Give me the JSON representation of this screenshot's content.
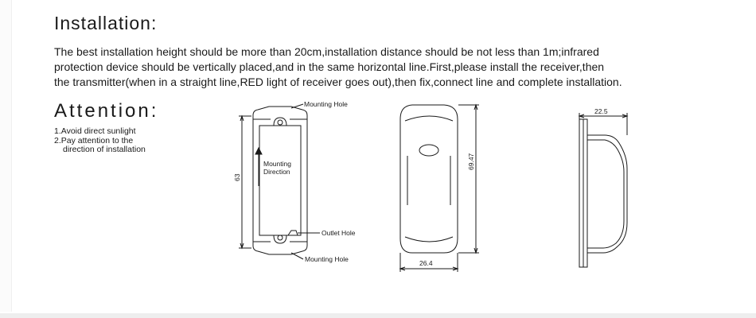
{
  "cut_text": "",
  "installation": {
    "heading": "Installation:",
    "lines": [
      "The best installation height should be more than 20cm,installation distance should be not less than 1m;infrared",
      "protection device should be vertically placed,and in the same horizontal line.First,please install the receiver,then",
      "the transmitter(when in a straight line,RED light of receiver goes out),then fix,connect line and complete installation."
    ]
  },
  "attention": {
    "heading": "Attention:",
    "items": [
      "1.Avoid direct sunlight",
      "2.Pay attention to the",
      "direction of installation"
    ]
  },
  "drawing_front": {
    "mounting_hole_top": "Mounting Hole",
    "mounting_direction_1": "Mounting",
    "mounting_direction_2": "Direction",
    "outlet_hole": "Outlet Hole",
    "mounting_hole_bottom": "Mounting Hole",
    "height_dim": "63"
  },
  "drawing_cover": {
    "height_dim": "69.47",
    "width_dim": "26.4"
  },
  "drawing_side": {
    "depth_dim": "22.5"
  }
}
